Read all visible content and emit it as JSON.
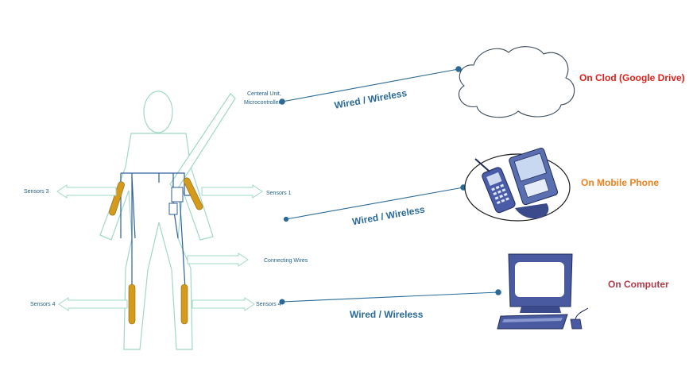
{
  "labels": {
    "central_unit_line1": "Centeral Unit,",
    "central_unit_line2": "Microcontrollers",
    "sensor_3": "Sensors 3",
    "sensor_1": "Sensors 1",
    "connecting_wires": "Connecting Wires",
    "sensor_4_left": "Sensors 4",
    "sensor_4_right": "Sensors 4"
  },
  "links": {
    "cloud_link": "Wired / Wireless",
    "mobile_link": "Wired / Wireless",
    "computer_link": "Wired / Wireless"
  },
  "destinations": {
    "cloud": "On Clod (Google Drive)",
    "mobile": "On Mobile Phone",
    "computer": "On Computer"
  },
  "colors": {
    "figure_outline": "#9fd8c8",
    "sensor_fill": "#d49a1c",
    "wire_blue": "#2f5f9a",
    "link_line": "#2a6a98",
    "cloud_label": "#e0201a",
    "mobile_label": "#f08020",
    "computer_label": "#b03a48"
  },
  "icons": {
    "cloud": "cloud-icon",
    "mobile": "mobile-phone-icon",
    "computer": "computer-icon"
  }
}
